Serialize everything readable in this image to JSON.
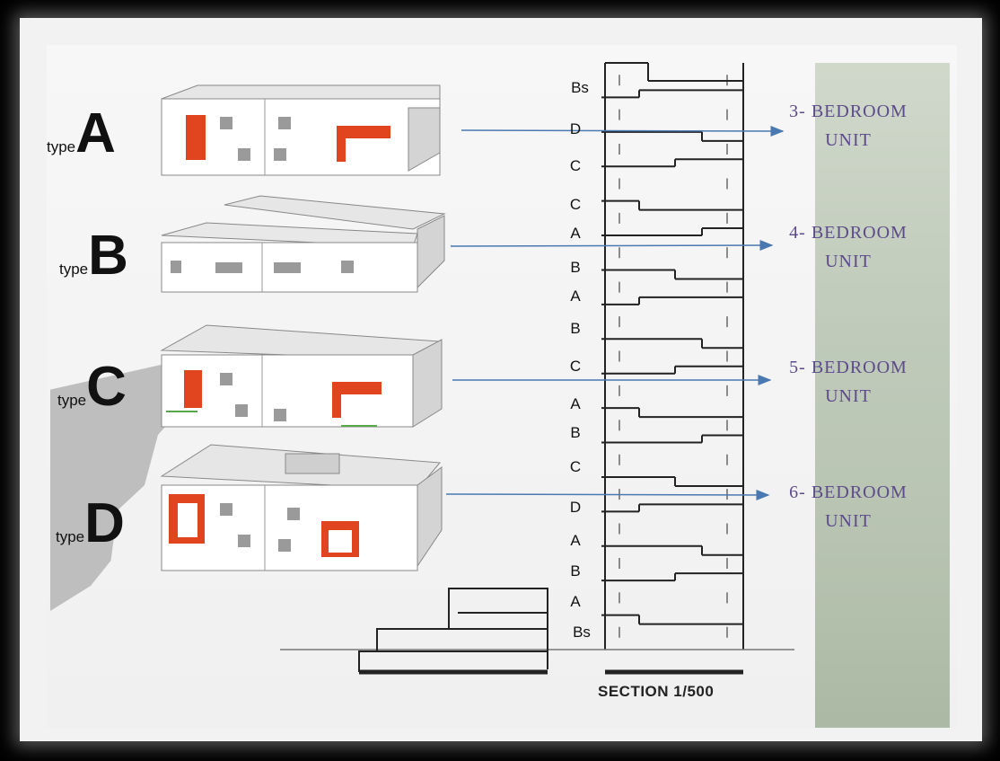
{
  "types": [
    {
      "prefix": "type",
      "letter": "A"
    },
    {
      "prefix": "type",
      "letter": "B"
    },
    {
      "prefix": "type",
      "letter": "C"
    },
    {
      "prefix": "type",
      "letter": "D"
    }
  ],
  "section": {
    "floors": [
      "Bs",
      "D",
      "C",
      "C",
      "A",
      "B",
      "A",
      "B",
      "C",
      "A",
      "B",
      "C",
      "D",
      "A",
      "B",
      "A",
      "Bs"
    ],
    "label": "SECTION 1/500"
  },
  "units": [
    {
      "line1": "3- BEDROOM",
      "line2": "UNIT"
    },
    {
      "line1": "4- BEDROOM",
      "line2": "UNIT"
    },
    {
      "line1": "5- BEDROOM",
      "line2": "UNIT"
    },
    {
      "line1": "6- BEDROOM",
      "line2": "UNIT"
    }
  ],
  "colors": {
    "accent": "#e0451f",
    "arrow": "#4a78b0",
    "unit_text": "#5c4a8a"
  }
}
